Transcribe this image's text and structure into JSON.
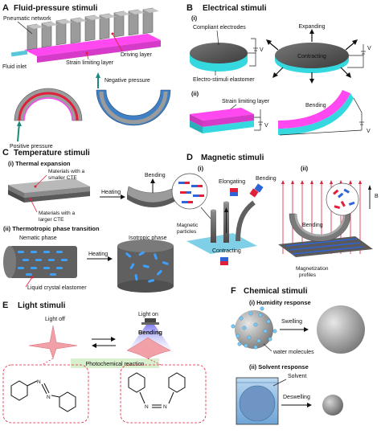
{
  "panels": {
    "A": {
      "letter": "A",
      "title": "Fluid-pressure stimuli",
      "labels": {
        "pneumatic": "Pneumatic network",
        "driving": "Driving layer",
        "strain": "Strain limiting layer",
        "inlet": "Fluid inlet",
        "negative": "Negative pressure",
        "positive": "Positive pressure"
      }
    },
    "B": {
      "letter": "B",
      "title": "Electrical stimuli",
      "sub1": "(i)",
      "sub2": "(ii)",
      "labels": {
        "electrodes": "Compliant electrodes",
        "elastomer": "Electro-stimuli elastomer",
        "expanding": "Expanding",
        "contracting": "Contracting",
        "strain": "Strain limiting layer",
        "bending": "Bending",
        "v": "V"
      }
    },
    "C": {
      "letter": "C",
      "title": "Temperature stimuli",
      "sub1": "(i) Thermal expansion",
      "sub2": "(ii) Thermotropic phase transition",
      "labels": {
        "smaller1": "Materials with a",
        "smaller2": "smaller CTE",
        "larger1": "Materials with a",
        "larger2": "larger CTE",
        "heating": "Heating",
        "bending": "Bending",
        "nematic": "Nematic phase",
        "isotropic": "Isotropic phase",
        "lce": "Liquid crystal elastomer"
      }
    },
    "D": {
      "letter": "D",
      "title": "Magnetic stimuli",
      "sub1": "(i)",
      "sub2": "(ii)",
      "labels": {
        "elongating": "Elongating",
        "bending": "Bending",
        "particles1": "Magnetic",
        "particles2": "particles",
        "contracting": "Contracting",
        "bending2": "Bending",
        "profiles1": "Magnetization",
        "profiles2": "profiles",
        "field": "B"
      }
    },
    "E": {
      "letter": "E",
      "title": "Light stimuli",
      "labels": {
        "lightoff": "Light off",
        "lighton": "Light on",
        "bending": "Bending",
        "reaction": "Photochemical reaction",
        "n": "N"
      }
    },
    "F": {
      "letter": "F",
      "title": "Chemical stimuli",
      "sub1": "(i) Humidity response",
      "sub2": "(ii) Solvent response",
      "labels": {
        "swelling": "Swelling",
        "water": "water molecules",
        "solvent": "Solvent",
        "deswelling": "Deswelling"
      }
    }
  },
  "colors": {
    "magenta": "#ff48f0",
    "cyan": "#36d8e0",
    "gray": "#8a8a8a",
    "red": "#e0203a",
    "blue": "#2f63d8",
    "panel_green": "#d9f0cf"
  }
}
